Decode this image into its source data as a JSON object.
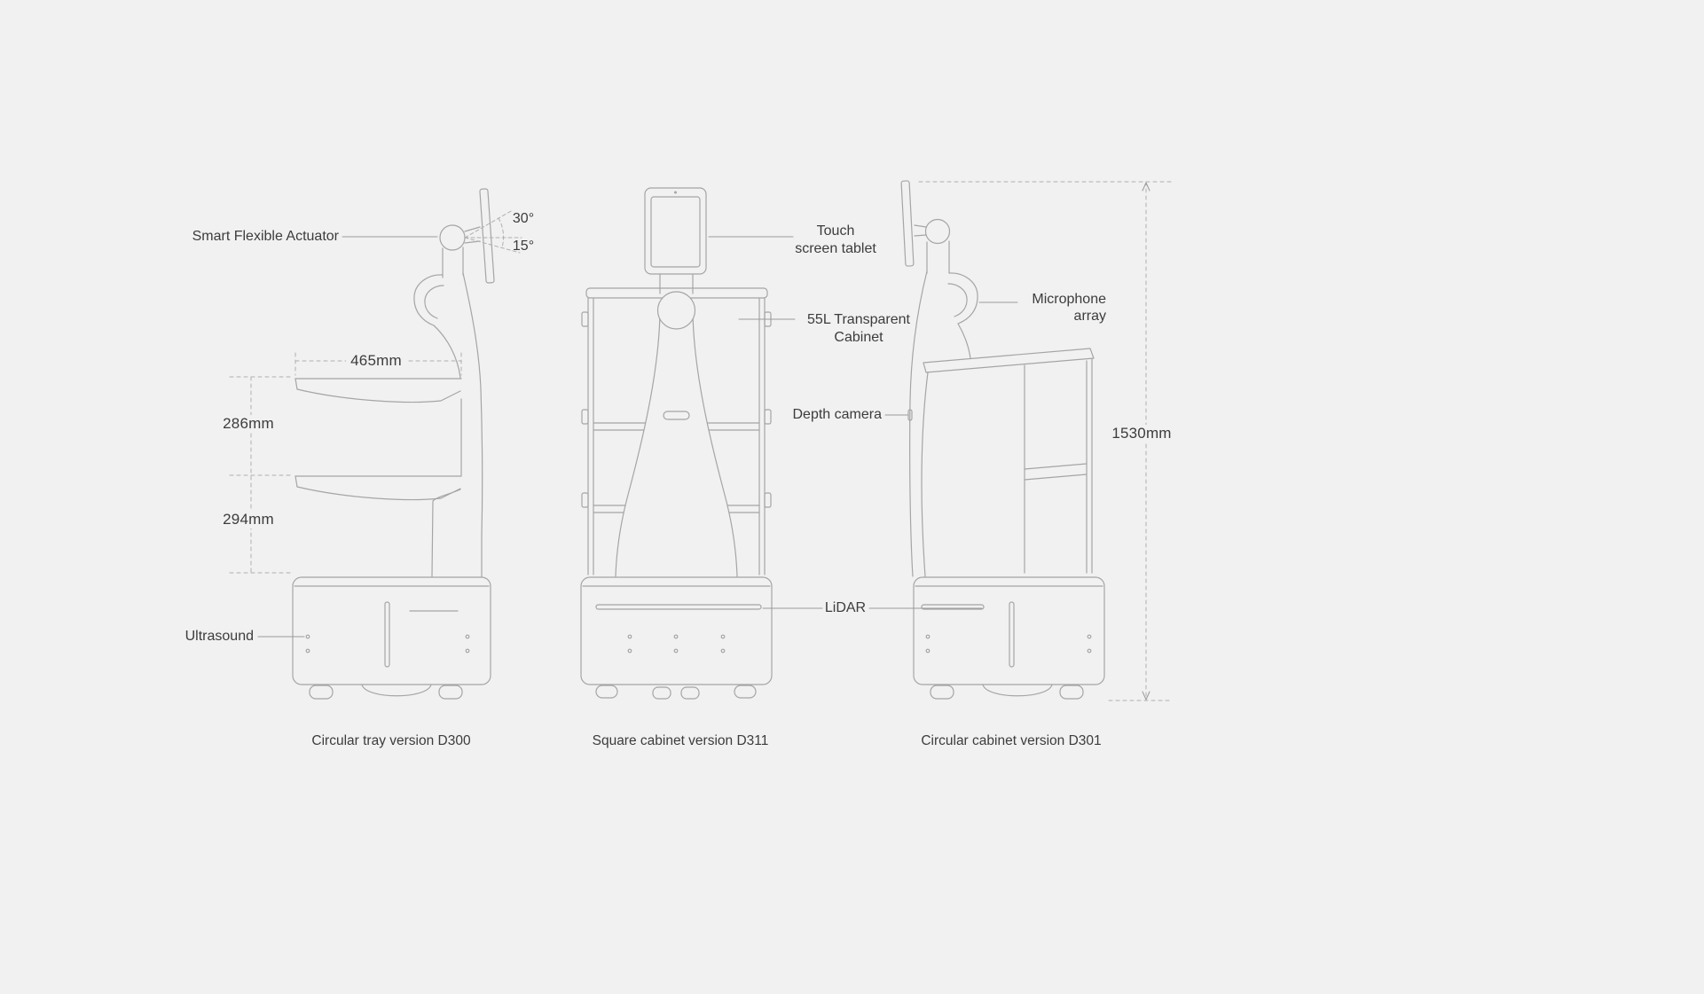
{
  "canvas": {
    "background": "#f1f1f2",
    "line_color": "#a5a5a5",
    "text_color": "#3c3c3c"
  },
  "labels": {
    "smart_flexible_actuator": "Smart Flexible Actuator",
    "angle_upper": "30°",
    "angle_lower": "15°",
    "tray_width": "465mm",
    "upper_tray_spacing": "286mm",
    "lower_tray_spacing": "294mm",
    "ultrasound": "Ultrasound",
    "touch_screen_tablet": [
      "Touch",
      "screen tablet"
    ],
    "transparent_cabinet": [
      "55L Transparent",
      "Cabinet"
    ],
    "depth_camera": "Depth camera",
    "lidar": "LiDAR",
    "microphone_array": [
      "Microphone",
      "array"
    ],
    "overall_height": "1530mm"
  },
  "captions": {
    "d300": "Circular tray version D300",
    "d311": "Square cabinet version D311",
    "d301": "Circular cabinet version D301"
  }
}
